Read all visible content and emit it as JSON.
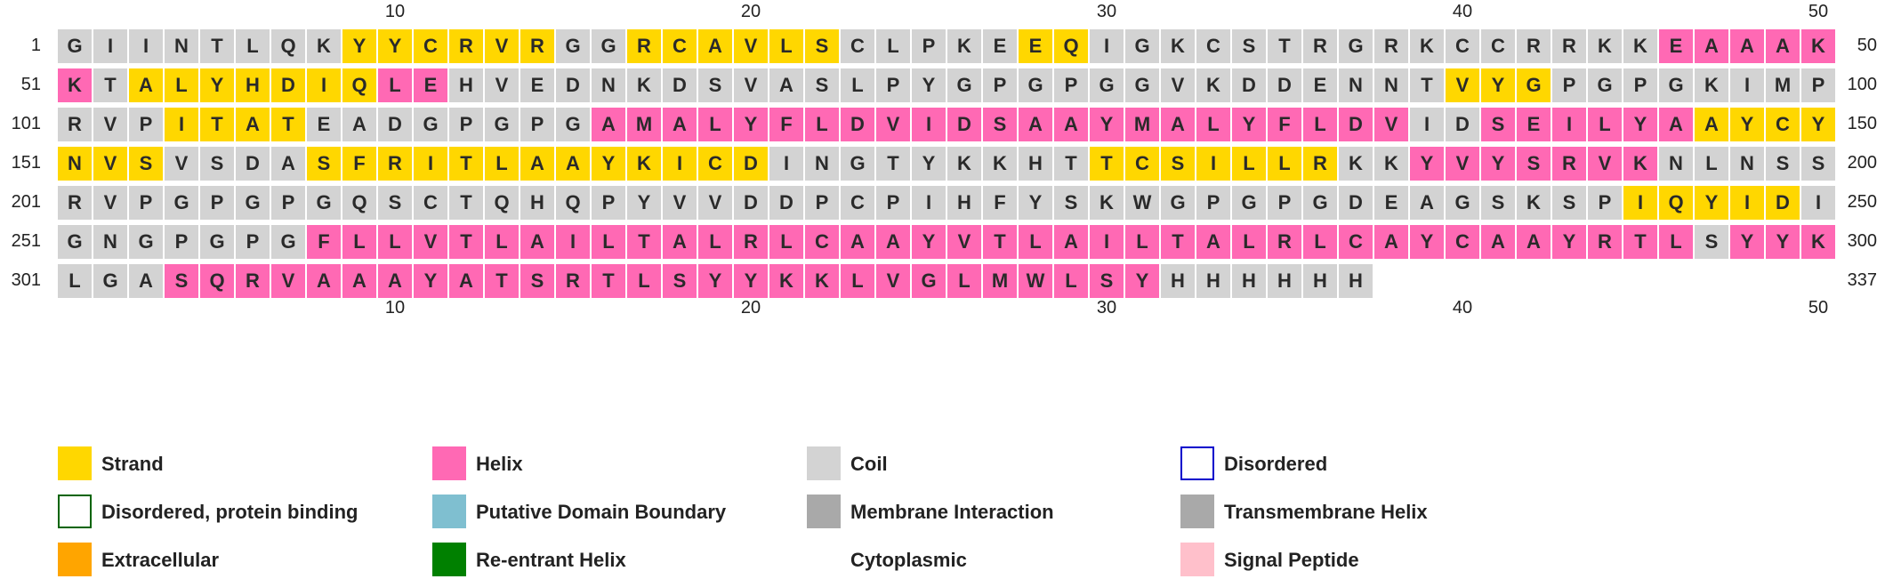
{
  "ruler": {
    "top_labels": [
      "10",
      "20",
      "30",
      "40",
      "50"
    ],
    "bottom_labels": [
      "10",
      "20",
      "30",
      "40",
      "50"
    ]
  },
  "rows": [
    {
      "start": "1",
      "end": "50",
      "residues": "GIINTLQKYYCRVRGGRCAVLSCLPKEEQIGKCSTRGRKCCRRKKEAAAK",
      "ss": "CCCCCCCCEEEEEECCEEEEEECCCCCEECCCCCCCCCCCCCCCCHHHHH"
    },
    {
      "start": "51",
      "end": "100",
      "residues": "KTALYHDIQLEHVEDNKDSVASLPYGPGPGGVKDDENNTVYGPGPGKIMP",
      "ss": "HCEEEEEEEHHCCCCCCCCCCCCCCCCCCCCCCCCCCCCEEECCCCCCCC"
    },
    {
      "start": "101",
      "end": "150",
      "residues": "RVPITATEADGPGPGAMALYFLDVIDSAAYMALYFLDVIDSEILYAAYCY",
      "ss": "CCCEEEECCCCCCCCHHHHHHHHHHHHHHHHHHHHHHHCCHHHHHHEEEE"
    },
    {
      "start": "151",
      "end": "200",
      "residues": "NVSVSDASFRITLAAYKICDINGTYKKHTTCSILLRKKYVYSRVKNLNSS",
      "ss": "EEECCCCEEEEEEEEEEEEECCCCCCCCCEEEEEEECCHHHHHHHCCCCC"
    },
    {
      "start": "201",
      "end": "250",
      "residues": "RVPGPGPGQSCTQHQPYVVDDPCPIHFYSKWGPGPGDEAGSKSPIQYIDI",
      "ss": "CCCCCCCCCCCCCCCCCCCCCCCCCCCCCCCCCCCCCCCCCCCCEEEEEC"
    },
    {
      "start": "251",
      "end": "300",
      "residues": "GNGPGPGFLLVTLAILTALRLCAAYVTLAILTALRLCAYCAAYRTLSYYK",
      "ss": "CCCCCCCHHHHHHHHHHHHHHHHHHHHHHHHHHHHHHHHHHHHHHHCHHH"
    },
    {
      "start": "301",
      "end": "337",
      "residues": "LGASQRVAAAYATSRTLSYYKKLVGLMWLSYHHHHHH",
      "ss": "CCCHHHHHHHHHHHHHHHHHHHHHHHHHHHHCCCCCCC"
    }
  ],
  "ss_colors": {
    "C": "#d3d3d3",
    "E": "#ffd700",
    "H": "#ff69b4"
  },
  "legend": {
    "items": [
      {
        "label": "Strand",
        "fill": "#ffd700",
        "border": "none"
      },
      {
        "label": "Helix",
        "fill": "#ff69b4",
        "border": "none"
      },
      {
        "label": "Coil",
        "fill": "#d3d3d3",
        "border": "none"
      },
      {
        "label": "Disordered",
        "fill": "#ffffff",
        "border": "#0000cc"
      },
      {
        "label": "Disordered, protein binding",
        "fill": "#ffffff",
        "border": "#006400"
      },
      {
        "label": "Putative Domain Boundary",
        "fill": "#7fbfd0",
        "border": "none"
      },
      {
        "label": "Membrane Interaction",
        "fill": "#a9a9a9",
        "border": "none"
      },
      {
        "label": "Transmembrane Helix",
        "fill": "#a9a9a9",
        "border": "none"
      },
      {
        "label": "Extracellular",
        "fill": "#ffa500",
        "border": "none"
      },
      {
        "label": "Re-entrant Helix",
        "fill": "#008000",
        "border": "none"
      },
      {
        "label": "Cytoplasmic",
        "fill": "#ffffff",
        "border": "none"
      },
      {
        "label": "Signal Peptide",
        "fill": "#ffc0cb",
        "border": "none"
      }
    ]
  }
}
